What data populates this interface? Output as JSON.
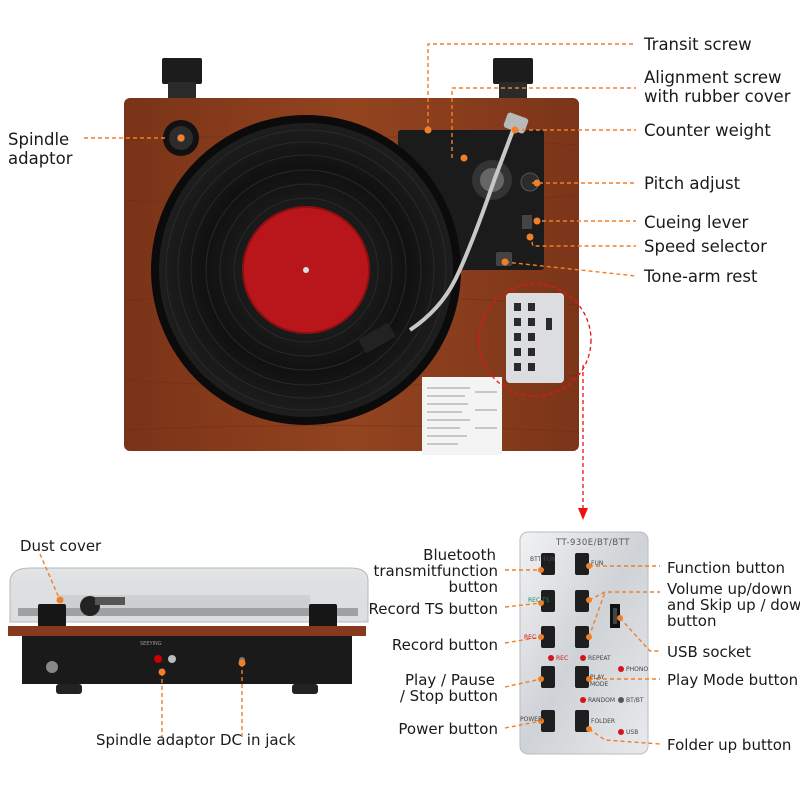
{
  "colors": {
    "accent": "#f07f2a",
    "wood": "#8a3d1f",
    "label_red": "#b8161a",
    "record_black": "#141414",
    "panel_silver": "#d9dbdf"
  },
  "top_callouts": {
    "transit_screw": "Transit screw",
    "alignment_screw_line1": "Alignment screw",
    "alignment_screw_line2": "with rubber cover",
    "counter_weight": "Counter weight",
    "pitch_adjust": "Pitch adjust",
    "cueing_lever": "Cueing lever",
    "speed_selector": "Speed selector",
    "tonearm_rest": "Tone-arm rest",
    "spindle_adaptor_line1": "Spindle",
    "spindle_adaptor_line2": "adaptor"
  },
  "bottom_left": {
    "dust_cover": "Dust cover",
    "spindle_adaptor": "Spindle adaptor",
    "dc_in_jack": "DC in jack",
    "brand": "SEEYING"
  },
  "panel": {
    "model": "TT-930E/BT/BTT",
    "buttons": {
      "btt_fun": "BTT FUN",
      "fun": "FUN",
      "rec_ts": "REC TS",
      "rec": "REC",
      "repeat": "REPEAT",
      "phono": "PHONO",
      "play_mode": "PLAY MODE",
      "random": "RANDOM",
      "bt_bt": "BT/BT",
      "power": "POWER",
      "folder": "FOLDER",
      "usb": "USB"
    }
  },
  "panel_callouts": {
    "bt_transmit_line1": "Bluetooth",
    "bt_transmit_line2": "transmitfunction",
    "bt_transmit_line3": "button",
    "record_ts": "Record TS button",
    "record": "Record button",
    "play_pause_line1": "Play / Pause",
    "play_pause_line2": "/ Stop button",
    "power": "Power button",
    "function": "Function button",
    "volume_line1": "Volume up/down",
    "volume_line2": "and Skip up / down",
    "volume_line3": "button",
    "usb_socket": "USB socket",
    "play_mode": "Play Mode button",
    "folder_up": "Folder up button"
  }
}
